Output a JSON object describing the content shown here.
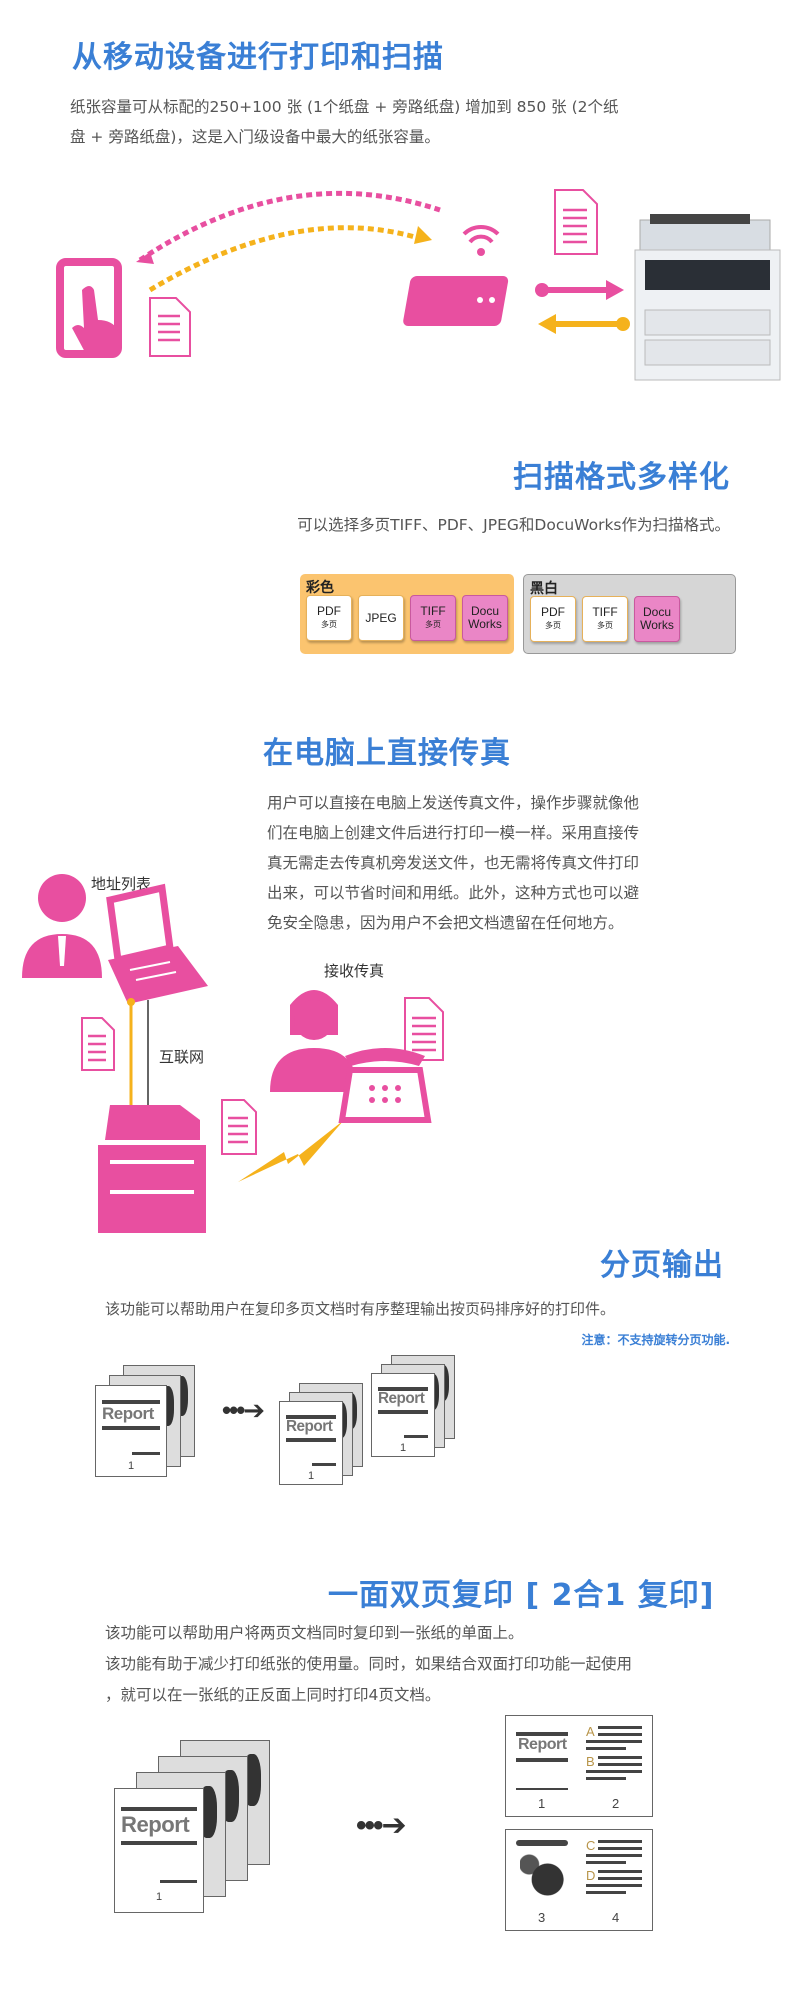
{
  "section_mobile": {
    "title": "从移动设备进行打印和扫描",
    "paragraph_lines": [
      "纸张容量可从标配的250+100 张 (1个纸盘 + 旁路纸盘) 增加到 850 张 (2个纸",
      "盘 + 旁路纸盘)，这是入门级设备中最大的纸张容量。"
    ]
  },
  "section_scan": {
    "title": "扫描格式多样化",
    "paragraph": "可以选择多页TIFF、PDF、JPEG和DocuWorks作为扫描格式。",
    "color_group": {
      "label": "彩色",
      "formats": [
        {
          "name": "PDF",
          "sub": "多页",
          "highlight": false
        },
        {
          "name": "JPEG",
          "sub": "",
          "highlight": false
        },
        {
          "name": "TIFF",
          "sub": "多页",
          "highlight": true
        },
        {
          "name": "Docu Works",
          "sub": "",
          "highlight": true
        }
      ]
    },
    "bw_group": {
      "label": "黑白",
      "formats": [
        {
          "name": "PDF",
          "sub": "多页",
          "highlight": false
        },
        {
          "name": "TIFF",
          "sub": "多页",
          "highlight": false
        },
        {
          "name": "Docu Works",
          "sub": "",
          "highlight": true
        }
      ]
    },
    "colors": {
      "color_bg": "#fbc46f",
      "bw_bg": "#d6d6d6"
    }
  },
  "section_fax": {
    "title": "在电脑上直接传真",
    "paragraph_lines": [
      "用户可以直接在电脑上发送传真文件，操作步骤就像他",
      "们在电脑上创建文件后进行打印一模一样。采用直接传",
      "真无需走去传真机旁发送文件，也无需将传真文件打印",
      "出来，可以节省时间和用纸。此外，这种方式也可以避",
      "免安全隐患，因为用户不会把文档遗留在任何地方。"
    ],
    "labels": {
      "address_list": "地址列表",
      "internet": "互联网",
      "receive_fax": "接收传真"
    }
  },
  "section_collate": {
    "title": "分页输出",
    "paragraph": "该功能可以帮助用户在复印多页文档时有序整理输出按页码排序好的打印件。",
    "note": "注意：不支持旋转分页功能.",
    "report_label": "Report",
    "page_number": "1",
    "arrow": "•••➔"
  },
  "section_nup": {
    "title": "一面双页复印  [ 2合1 复印]",
    "paragraph_lines": [
      "该功能可以帮助用户将两页文档同时复印到一张纸的单面上。",
      "该功能有助于减少打印纸张的使用量。同时，如果结合双面打印功能一起使用",
      "，就可以在一张纸的正反面上同时打印4页文档。"
    ],
    "report_label": "Report",
    "page_numbers": [
      "1",
      "2",
      "3",
      "4"
    ],
    "section_letters": [
      "A",
      "B",
      "C",
      "D"
    ],
    "arrow": "•••➔"
  },
  "colors": {
    "accent_blue": "#3a7fd5",
    "pink": "#e84fa0",
    "orange": "#f5b21c"
  }
}
